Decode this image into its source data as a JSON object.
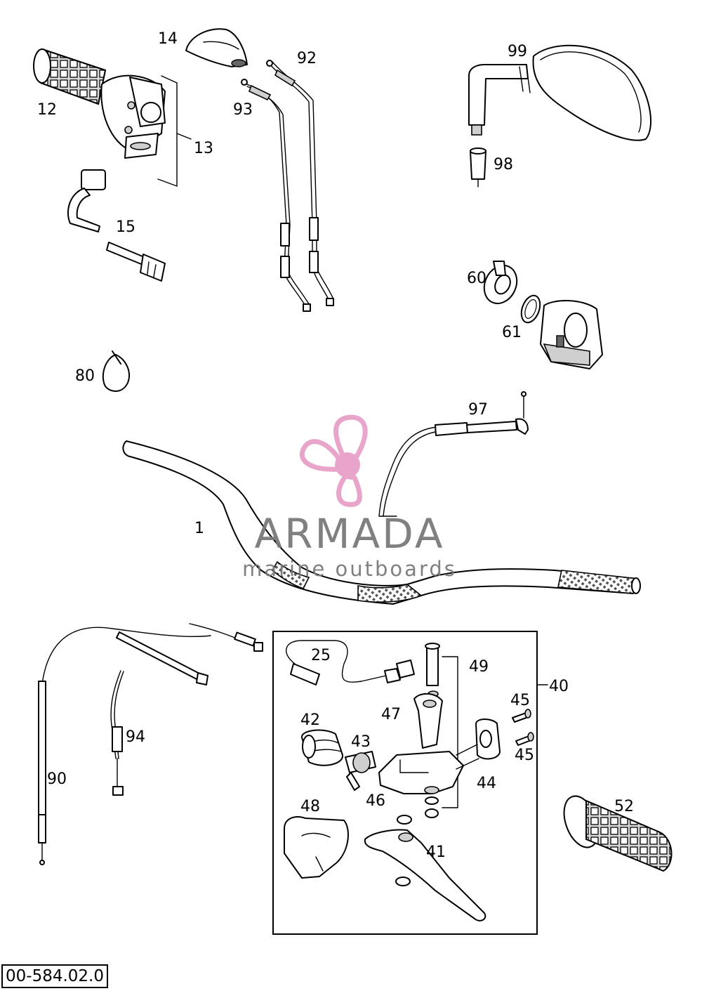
{
  "diagram": {
    "code": "00-584.02.0",
    "labels": {
      "p1": "1",
      "p12": "12",
      "p13": "13",
      "p14": "14",
      "p15": "15",
      "p25": "25",
      "p40": "40",
      "p41": "41",
      "p42": "42",
      "p43": "43",
      "p44": "44",
      "p45a": "45",
      "p45b": "45",
      "p46": "46",
      "p47": "47",
      "p48": "48",
      "p49": "49",
      "p52": "52",
      "p60": "60",
      "p61": "61",
      "p80": "80",
      "p90": "90",
      "p92": "92",
      "p93": "93",
      "p94": "94",
      "p97": "97",
      "p98": "98",
      "p99": "99"
    }
  },
  "watermark": {
    "brand": "ARMADA",
    "tagline": "marine outboards",
    "logo_icon": "propeller-logo-icon",
    "accent_color": "#e8a0c8",
    "text_color": "#7a7a7a"
  }
}
